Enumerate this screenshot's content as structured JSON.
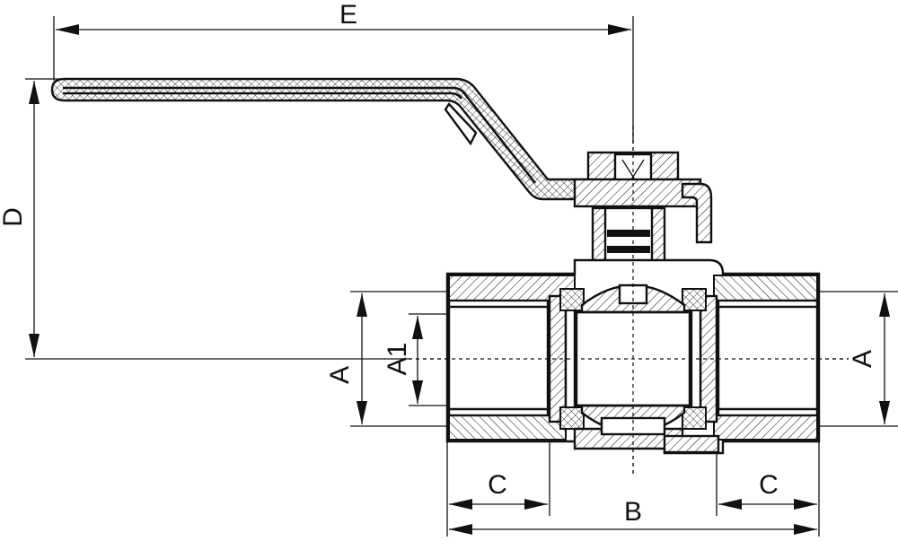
{
  "dimensions": {
    "E": "E",
    "D": "D",
    "A_left": "A",
    "A1": "A1",
    "A_right": "A",
    "C_left": "C",
    "C_right": "C",
    "B": "B"
  },
  "colors": {
    "line": "#111111",
    "background": "#ffffff"
  }
}
